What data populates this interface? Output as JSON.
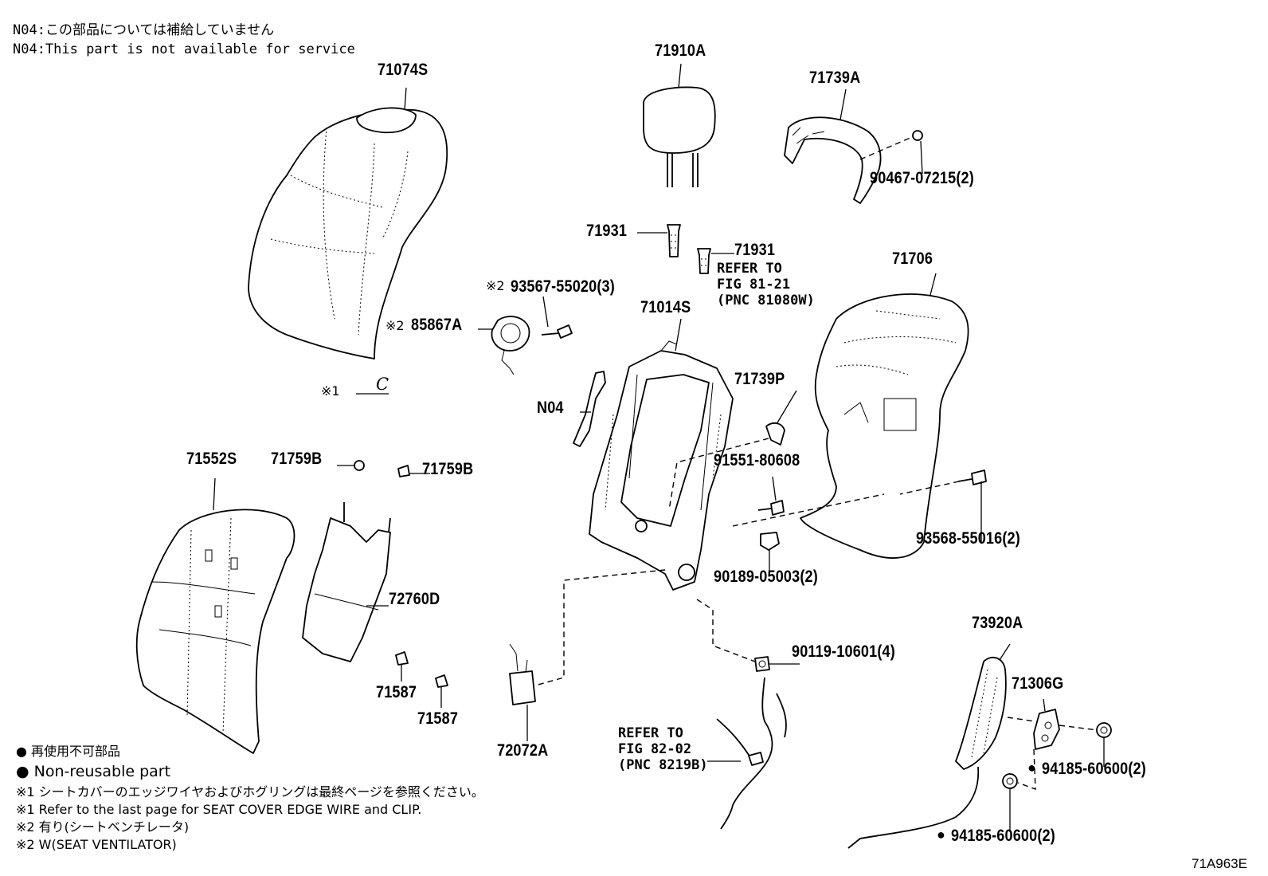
{
  "header": {
    "note_ja": "N04:この部品については補給していません",
    "note_en": "N04:This part is not available for service"
  },
  "parts": {
    "p71074S": "71074S",
    "p71910A": "71910A",
    "p71739A": "71739A",
    "p90467": "90467-07215(2)",
    "p71931a": "71931",
    "p71931b": "71931",
    "p93567": "93567-55020(3)",
    "p85867A": "85867A",
    "p71014S": "71014S",
    "p71706": "71706",
    "p71739P": "71739P",
    "pN04": "N04",
    "p91551": "91551-80608",
    "p93568": "93568-55016(2)",
    "p90189": "90189-05003(2)",
    "p71552S": "71552S",
    "p71759Ba": "71759B",
    "p71759Bb": "71759B",
    "p72760D": "72760D",
    "p71587a": "71587",
    "p71587b": "71587",
    "p72072A": "72072A",
    "p90119": "90119-10601(4)",
    "p73920A": "73920A",
    "p71306G": "71306G",
    "p94185a": "94185-60600(2)",
    "p94185b": "94185-60600(2)"
  },
  "marks": {
    "note1": "※1",
    "note1_code": "C",
    "note2a": "※2",
    "note2b": "※2",
    "bullet": "●"
  },
  "refs": {
    "ref1_l1": "REFER TO",
    "ref1_l2": "FIG 81-21",
    "ref1_l3": "(PNC 81080W)",
    "ref2_l1": "REFER TO",
    "ref2_l2": "FIG 82-02",
    "ref2_l3": "(PNC 8219B)"
  },
  "legend": {
    "line1": "● 再使用不可部品",
    "line2": "● Non-reusable part",
    "line3": "※1 シートカバーのエッジワイヤおよびホグリングは最終ページを参照ください。",
    "line4": "※1 Refer to the last page for SEAT COVER EDGE WIRE and CLIP.",
    "line5": "※2 有り(シートベンチレータ)",
    "line6": "※2 W(SEAT VENTILATOR)"
  },
  "figure_id": "71A963E"
}
